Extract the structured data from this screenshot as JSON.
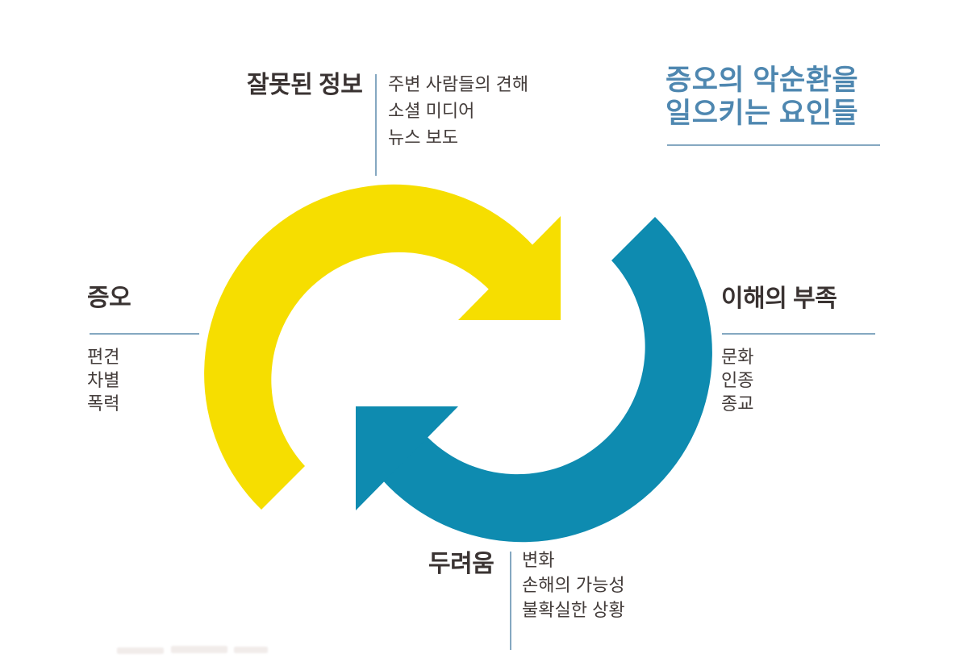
{
  "title": {
    "line1": "증오의 악순환을",
    "line2": "일으키는 요인들"
  },
  "sections": {
    "misinformation": {
      "heading": "잘못된 정보",
      "items": [
        "주변 사람들의 견해",
        "소셜 미디어",
        "뉴스 보도"
      ]
    },
    "understanding": {
      "heading": "이해의 부족",
      "items": [
        "문화",
        "인종",
        "종교"
      ]
    },
    "fear": {
      "heading": "두려움",
      "items": [
        "변화",
        "손해의 가능성",
        "불확실한 상황"
      ]
    },
    "hate": {
      "heading": "증오",
      "items": [
        "편견",
        "차별",
        "폭력"
      ]
    }
  },
  "colors": {
    "arrow_yellow": "#F6DE00",
    "arrow_blue": "#0E8BB0",
    "title_blue": "#4E87B0",
    "divider": "#85A8C1",
    "heading_text": "#3A3332",
    "body_text": "#443D3B"
  }
}
